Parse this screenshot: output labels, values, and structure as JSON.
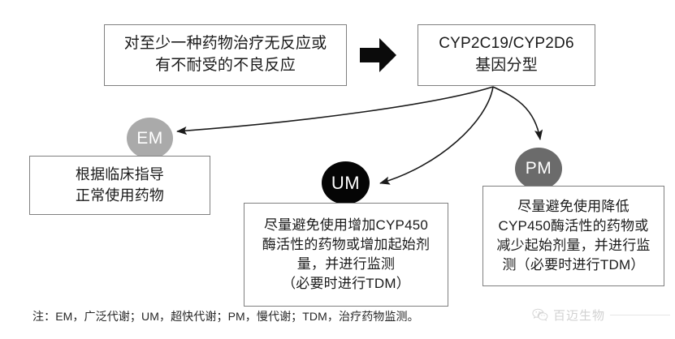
{
  "diagram": {
    "title_flow": "CYP2C19/CYP2D6 genotype-guided prescribing algorithm",
    "nodes": {
      "presentation": {
        "label": "对至少一种药物治疗无反应或\n有不耐受的不良反应"
      },
      "genotyping": {
        "label": "CYP2C19/CYP2D6\n基因分型"
      },
      "em_badge": {
        "label": "EM",
        "color": "#aaaaaa"
      },
      "um_badge": {
        "label": "UM",
        "color": "#050505"
      },
      "pm_badge": {
        "label": "PM",
        "color": "#6b6b6b"
      },
      "em_action": {
        "label": "根据临床指导\n正常使用药物"
      },
      "um_action": {
        "label": "尽量避免使用增加CYP450\n酶活性的药物或增加起始剂\n量，并进行监测\n（必要时进行TDM）"
      },
      "pm_action": {
        "label": "尽量避免使用降低\nCYP450酶活性的药物或\n减少起始剂量，并进行监\n测（必要时进行TDM）"
      }
    },
    "footnote": "注：EM，广泛代谢；UM，超快代谢；PM，慢代谢；TDM，治疗药物监测。",
    "watermark": {
      "text": "百迈生物"
    },
    "colors": {
      "box_border": "#808080",
      "connector": "#1a1a1a",
      "text": "#1a1a1a",
      "footnote_text": "#262626",
      "watermark_text": "#9a9a9a"
    }
  }
}
